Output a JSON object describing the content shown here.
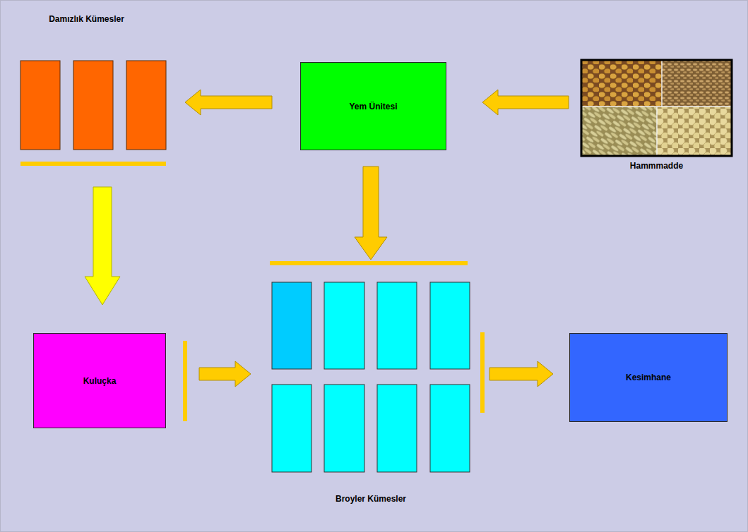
{
  "diagram": {
    "nodes": [
      {
        "text": [
          "Damızlık Kümesler"
        ]
      },
      {
        "text": [
          "Yem Ünitesi"
        ]
      },
      {
        "text": [
          "Hammmadde"
        ]
      },
      {
        "text": [
          "Kuluçka"
        ]
      },
      {
        "text": [
          "Broyler Kümesler"
        ]
      },
      {
        "text": [
          "Kesimhane"
        ]
      }
    ],
    "edges": [
      {
        "from": 2,
        "to": 1,
        "arrow": "to"
      },
      {
        "from": 1,
        "to": 0,
        "arrow": "to"
      },
      {
        "from": 1,
        "to": 4,
        "arrow": "to"
      },
      {
        "from": 0,
        "to": 3,
        "arrow": "to"
      },
      {
        "from": 3,
        "to": 4,
        "arrow": "to"
      },
      {
        "from": 4,
        "to": 5,
        "arrow": "to"
      }
    ]
  }
}
